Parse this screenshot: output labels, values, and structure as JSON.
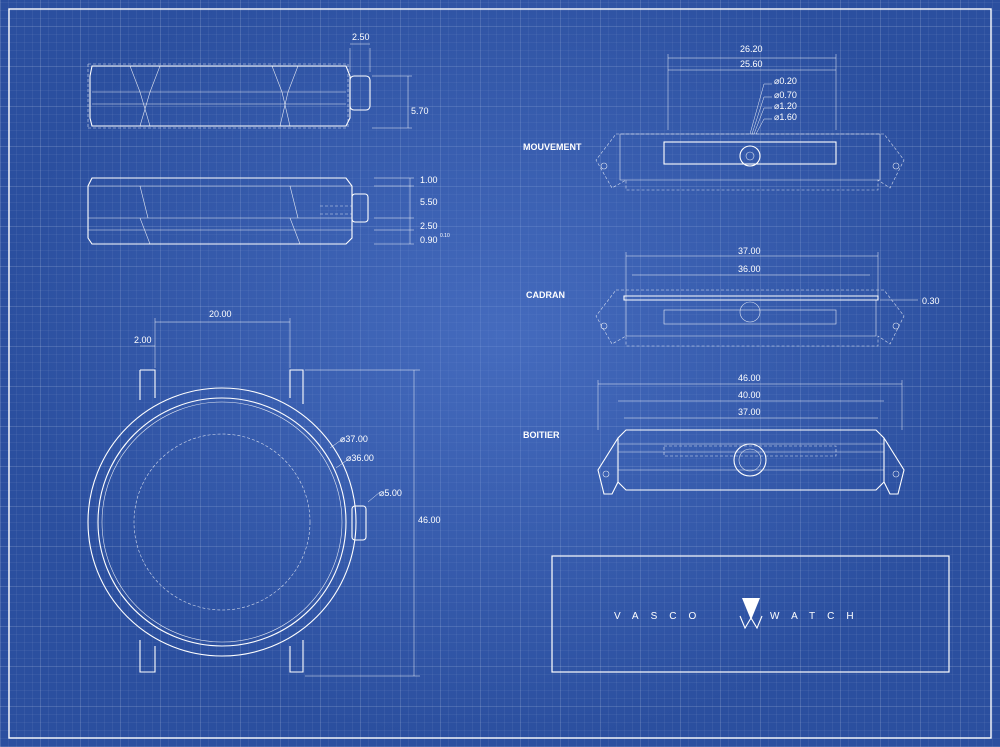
{
  "colors": {
    "paper": "#2b4f9f",
    "ink": "#ffffff"
  },
  "side_top": {
    "crown_width": "2.50",
    "height": "5.70"
  },
  "side_mid": {
    "d1": "1.00",
    "d2": "5.50",
    "d3": "2.50",
    "d4": "0.90",
    "d4_sup": "0.10"
  },
  "front": {
    "lug_width": "20.00",
    "lug_thickness": "2.00",
    "dia_outer": "⌀37.00",
    "dia_inner": "⌀36.00",
    "crown": "⌀5.00",
    "height": "46.00"
  },
  "mouvement": {
    "label": "MOUVEMENT",
    "w1": "26.20",
    "w2": "25.60",
    "d1": "⌀0.20",
    "d2": "⌀0.70",
    "d3": "⌀1.20",
    "d4": "⌀1.60"
  },
  "cadran": {
    "label": "CADRAN",
    "w1": "37.00",
    "w2": "36.00",
    "thick": "0.30"
  },
  "boitier": {
    "label": "BOITIER",
    "w1": "46.00",
    "w2": "40.00",
    "w3": "37.00"
  },
  "title_block": {
    "left": "VASCO",
    "right": "WATCH"
  }
}
